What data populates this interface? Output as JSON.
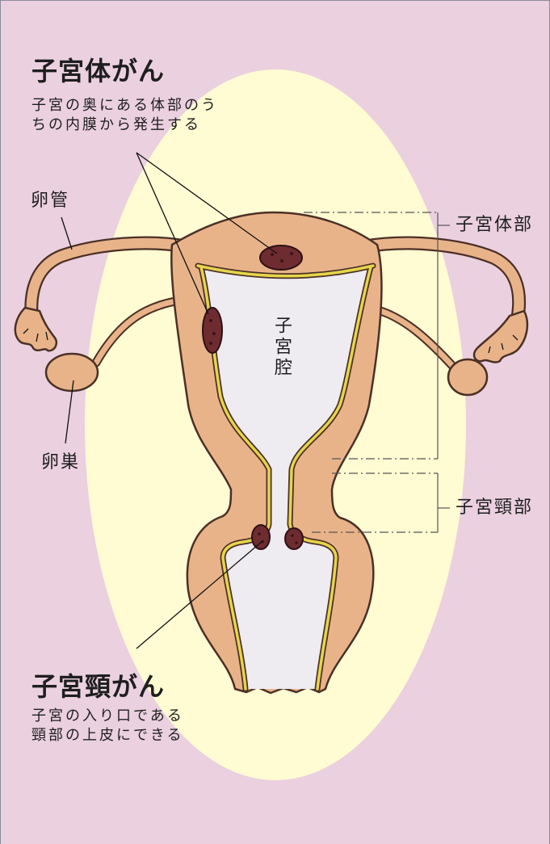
{
  "diagram": {
    "body_cancer": {
      "title": "子宮体がん",
      "desc": [
        "子宮の奥にある体部のう",
        "ちの内膜から発生する"
      ]
    },
    "labels": {
      "fallopian_tube": "卵管",
      "uterine_body": "子宮体部",
      "uterine_cavity": "子宮腔",
      "ovary": "卵巣",
      "cervix": "子宮頸部"
    },
    "cervical_cancer": {
      "title": "子宮頸がん",
      "desc": [
        "子宮の入り口である",
        "頸部の上皮にできる"
      ]
    }
  },
  "colors": {
    "bg": "#ebd0df",
    "ellipse": "#fffbd3",
    "tissue": "#e9b38a",
    "outline": "#4b3026",
    "cavity": "#eeebf1",
    "lining": "#e6d54b",
    "tumor": "#6e2c31",
    "text": "#1e1e1e"
  }
}
